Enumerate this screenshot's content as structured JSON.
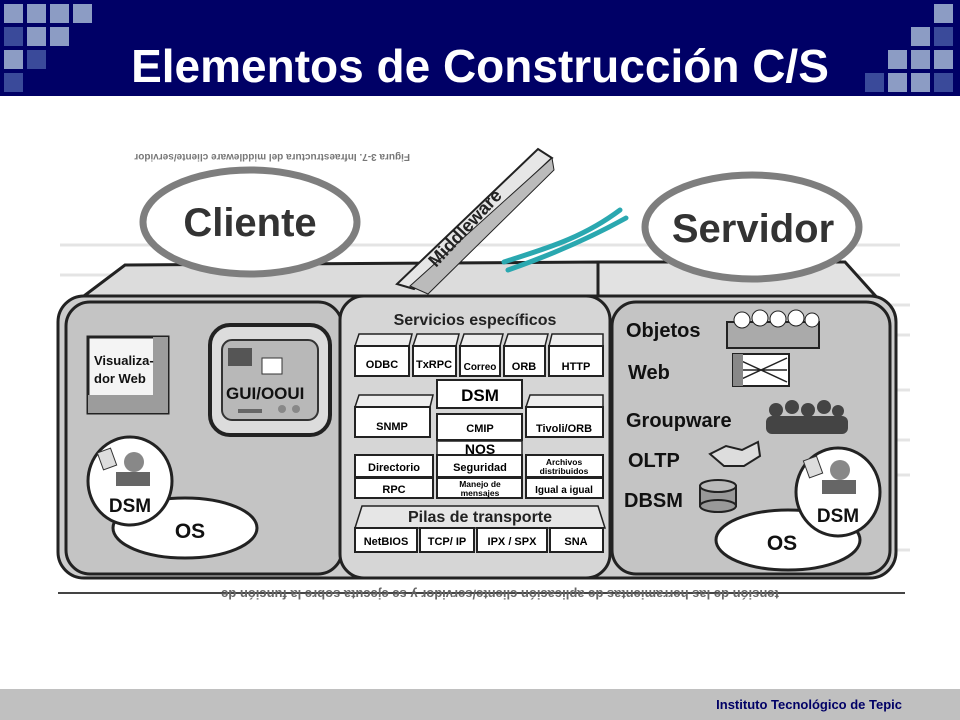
{
  "slide": {
    "title": "Elementos de Construcción C/S",
    "footer": "Instituto Tecnológico de Tepic"
  },
  "colors": {
    "header_bg": "#000066",
    "footer_bg": "#c0c0c0",
    "deco_square_light": "#8c9cc4",
    "deco_square_dark": "#3a4a9a",
    "box_gray": "#c8c8c8",
    "brush_stroke": "#2aa8b0"
  },
  "diagram": {
    "scan_caption": "Figura 3-7. Infraestructura del middleware cliente/servidor",
    "bottom_caption": "tensión de las herramientas de aplicación cliente/servidor y se ejecuta sobre la función de",
    "client": {
      "title": "Cliente",
      "browser_label": "Visualiza-\ndor Web",
      "gui_label": "GUI/OOUI",
      "dsm": "DSM",
      "os": "OS"
    },
    "middleware": {
      "label": "Middleware",
      "services_title": "Servicios específicos",
      "row1": [
        "ODBC",
        "TxRPC",
        "Correo",
        "ORB",
        "HTTP"
      ],
      "dsm_label": "DSM",
      "row2": [
        "SNMP",
        "CMIP",
        "Tivoli/ORB"
      ],
      "nos_label": "NOS",
      "row3": [
        "Directorio",
        "Seguridad",
        "Archivos\ndistribuidos"
      ],
      "row4": [
        "RPC",
        "Manejo de\nmensajes",
        "Igual a igual"
      ],
      "transport_title": "Pilas de transporte",
      "row5": [
        "NetBIOS",
        "TCP/ IP",
        "IPX / SPX",
        "SNA"
      ]
    },
    "server": {
      "title": "Servidor",
      "items": [
        "Objetos",
        "Web",
        "Groupware",
        "OLTP",
        "DBSM"
      ],
      "dsm": "DSM",
      "os": "OS"
    }
  }
}
